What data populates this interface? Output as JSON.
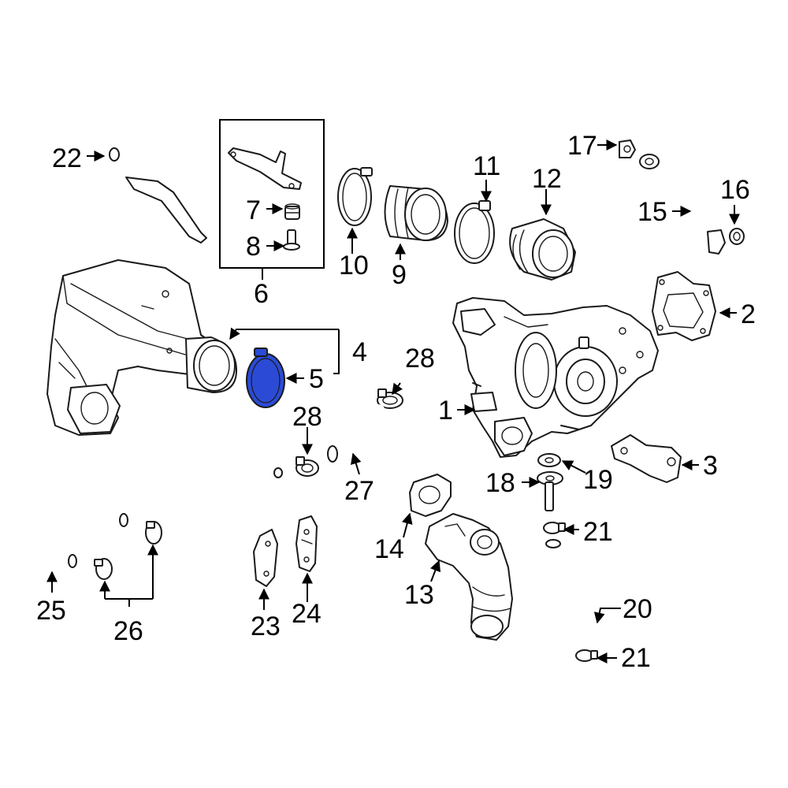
{
  "callouts": {
    "c1": "1",
    "c2": "2",
    "c3": "3",
    "c4": "4",
    "c5": "5",
    "c6": "6",
    "c7": "7",
    "c8": "8",
    "c9": "9",
    "c10": "10",
    "c11": "11",
    "c12": "12",
    "c13": "13",
    "c14": "14",
    "c15": "15",
    "c16": "16",
    "c17": "17",
    "c18": "18",
    "c19": "19",
    "c20": "20",
    "c21a": "21",
    "c21b": "21",
    "c22": "22",
    "c23": "23",
    "c24": "24",
    "c25": "25",
    "c26": "26",
    "c27": "27",
    "c28a": "28",
    "c28b": "28"
  },
  "highlighted_part": "5",
  "colors": {
    "highlight": "#2b4bd6",
    "line": "#1a1a1a",
    "background": "#ffffff"
  }
}
